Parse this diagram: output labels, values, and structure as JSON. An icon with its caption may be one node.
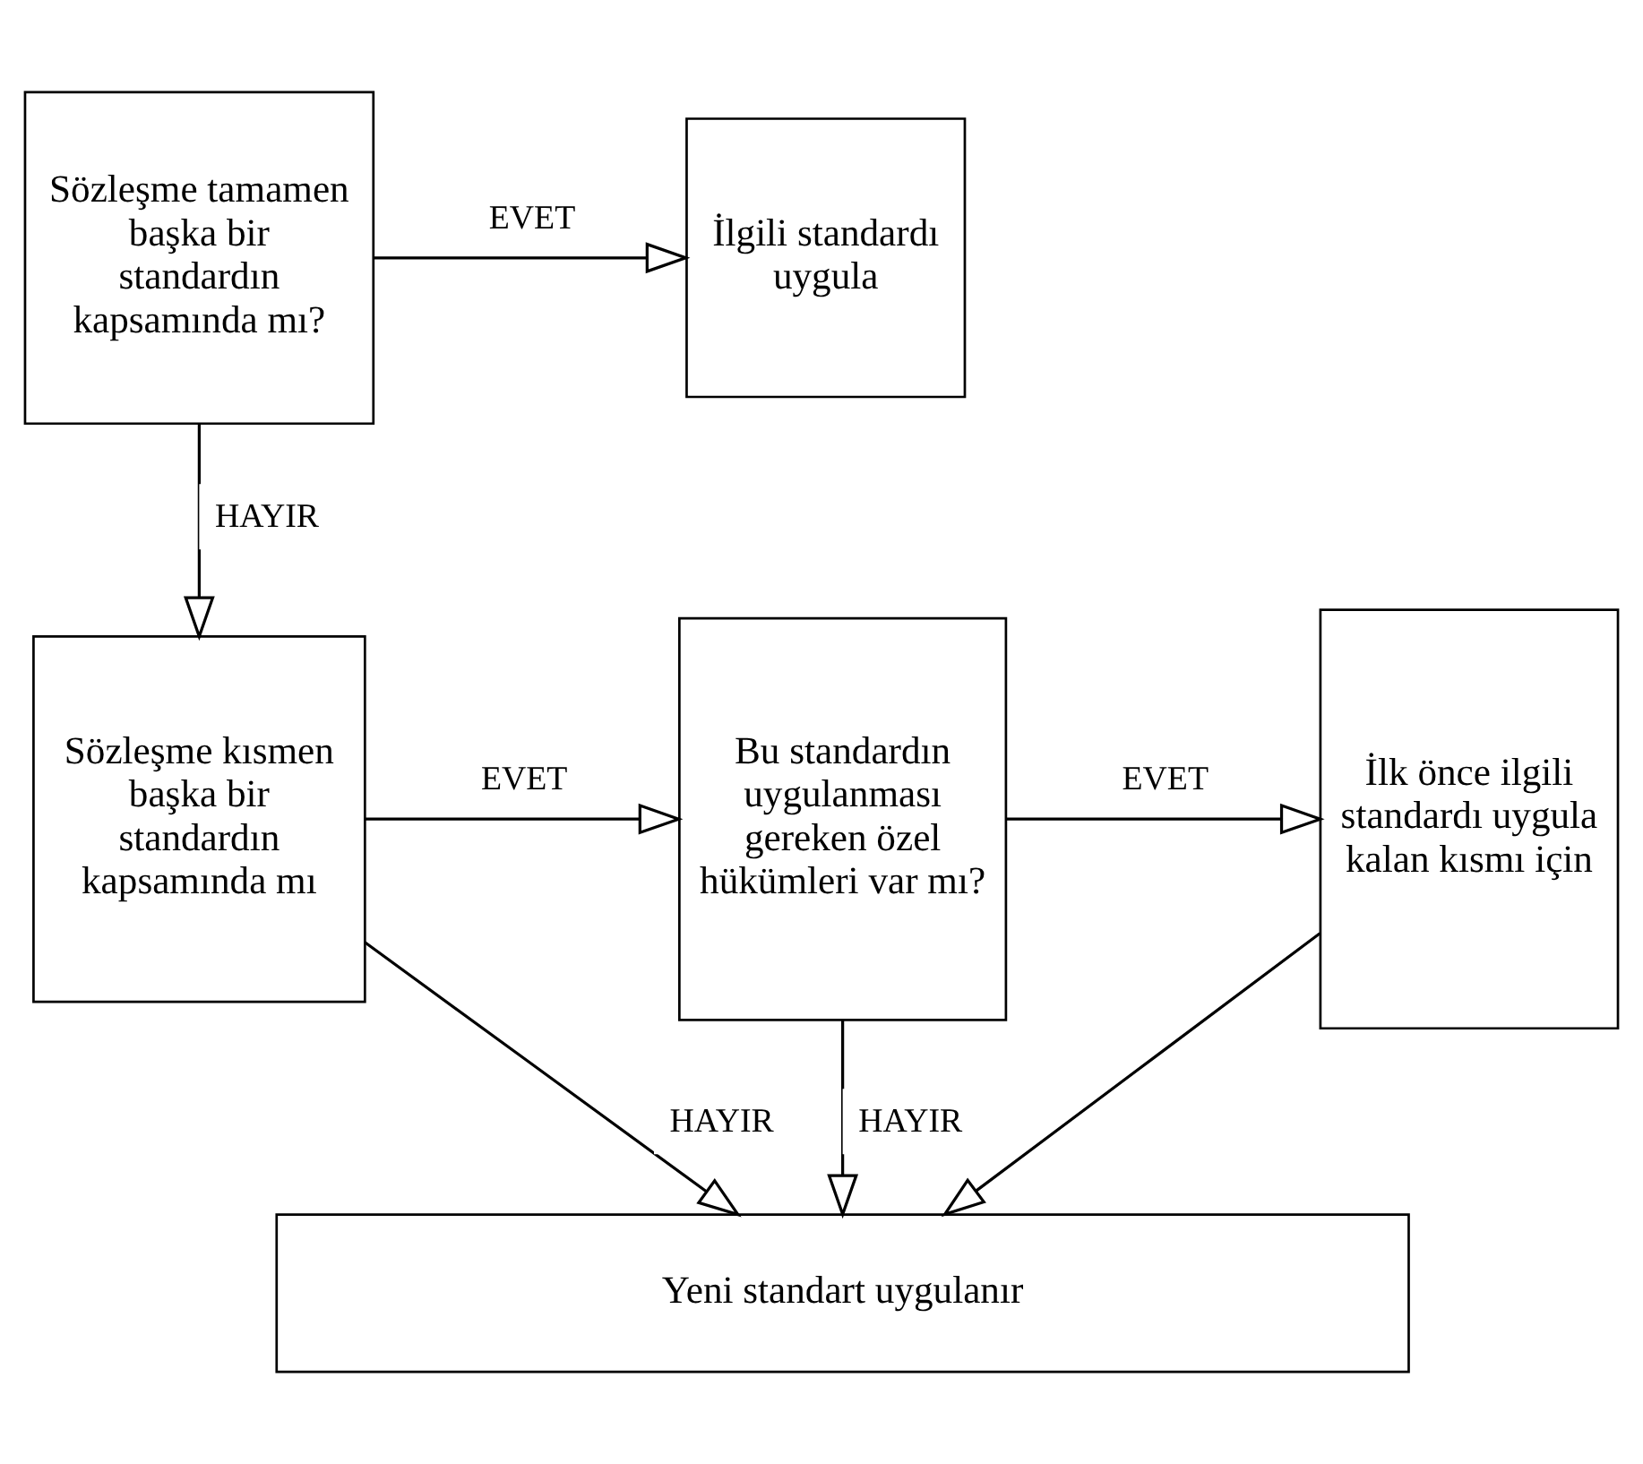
{
  "diagram": {
    "nodes": [
      {
        "text": [
          "Sözleşme tamamen başka bir standardın kapsamında mı?"
        ]
      },
      {
        "text": [
          "İlgili standardı uygula"
        ]
      },
      {
        "text": [
          "Sözleşme kısmen başka bir standardın kapsamında mı"
        ]
      },
      {
        "text": [
          "Bu standardın uygulanması gereken özel hükümleri var mı?"
        ]
      },
      {
        "text": [
          "İlk önce ilgili standardı uygula kalan kısmı için"
        ]
      },
      {
        "text": [
          "Yeni standart uygulanır"
        ]
      }
    ],
    "edges": [
      {
        "from": 0,
        "to": 1,
        "arrow": "to",
        "label": "EVET"
      },
      {
        "from": 0,
        "to": 2,
        "arrow": "to",
        "label": "HAYIR"
      },
      {
        "from": 2,
        "to": 3,
        "arrow": "to",
        "label": "EVET"
      },
      {
        "from": 3,
        "to": 4,
        "arrow": "to",
        "label": "EVET"
      },
      {
        "from": 2,
        "to": 5,
        "arrow": "to",
        "label": "HAYIR"
      },
      {
        "from": 3,
        "to": 5,
        "arrow": "to",
        "label": "HAYIR"
      },
      {
        "from": 4,
        "to": 5,
        "arrow": "to"
      }
    ]
  }
}
